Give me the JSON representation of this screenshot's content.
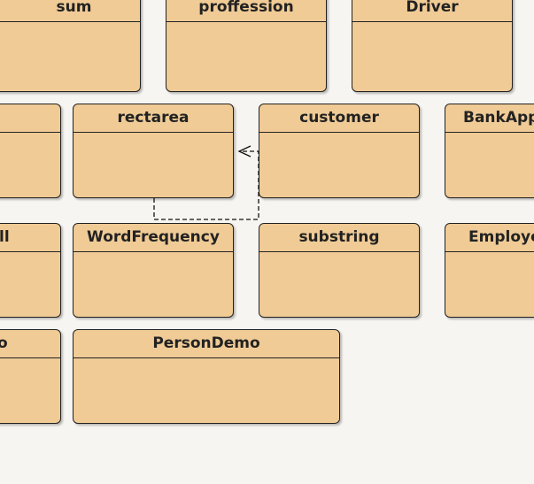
{
  "diagram": {
    "classes": [
      {
        "id": "sum",
        "name": "sum"
      },
      {
        "id": "proffession",
        "name": "proffession"
      },
      {
        "id": "driver",
        "name": "Driver"
      },
      {
        "id": "partial-row2",
        "name": ""
      },
      {
        "id": "rectarea",
        "name": "rectarea"
      },
      {
        "id": "customer",
        "name": "customer"
      },
      {
        "id": "bankapp",
        "name": "BankApp"
      },
      {
        "id": "partial-row3",
        "name": "ll"
      },
      {
        "id": "wordfrequency",
        "name": "WordFrequency"
      },
      {
        "id": "substring",
        "name": "substring"
      },
      {
        "id": "employee",
        "name": "Employe"
      },
      {
        "id": "partial-row4",
        "name": "o"
      },
      {
        "id": "persondemo",
        "name": "PersonDemo"
      }
    ],
    "relations": [
      {
        "from": "customer",
        "to": "rectarea",
        "type": "dependency"
      }
    ]
  }
}
